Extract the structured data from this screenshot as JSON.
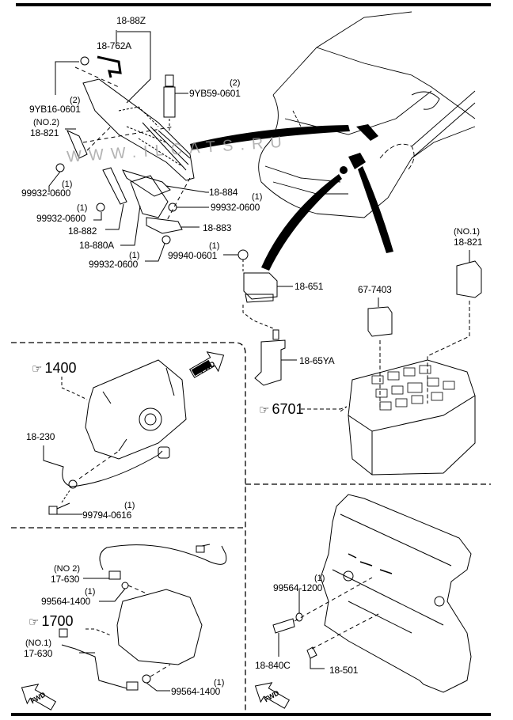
{
  "diagram": {
    "watermark": "WWW.ILCATS.RU",
    "fwd_label": "FWD",
    "upper_assembly": {
      "parts": [
        {
          "code": "18-88Z"
        },
        {
          "code": "18-762A"
        },
        {
          "code": "9YB16-0601",
          "qty": "(2)"
        },
        {
          "code": "9YB59-0601",
          "qty": "(2)"
        },
        {
          "code": "18-821",
          "note": "(NO.2)"
        },
        {
          "code": "99932-0600",
          "qty": "(1)"
        },
        {
          "code": "99932-0600",
          "qty": "(1)"
        },
        {
          "code": "18-882"
        },
        {
          "code": "18-880A"
        },
        {
          "code": "99932-0600",
          "qty": "(1)"
        },
        {
          "code": "18-884"
        },
        {
          "code": "99932-0600",
          "qty": "(1)"
        },
        {
          "code": "18-883"
        },
        {
          "code": "99940-0601",
          "qty": "(1)"
        },
        {
          "code": "18-651"
        },
        {
          "code": "18-65YA"
        },
        {
          "code": "67-7403"
        },
        {
          "code": "18-821",
          "note": "(NO.1)"
        }
      ],
      "fuse_box_ref": "6701"
    },
    "panel_1400": {
      "ref": "1400",
      "parts": [
        {
          "code": "18-230"
        },
        {
          "code": "99794-0616",
          "qty": "(1)"
        }
      ]
    },
    "panel_1700": {
      "ref": "1700",
      "parts": [
        {
          "code": "17-630",
          "note": "(NO 2)"
        },
        {
          "code": "99564-1400",
          "qty": "(1)"
        },
        {
          "code": "17-630",
          "note": "(NO.1)"
        },
        {
          "code": "99564-1400",
          "qty": "(1)"
        }
      ]
    },
    "panel_engine": {
      "parts": [
        {
          "code": "99564-1200",
          "qty": "(1)"
        },
        {
          "code": "18-840C"
        },
        {
          "code": "18-501"
        }
      ]
    }
  }
}
